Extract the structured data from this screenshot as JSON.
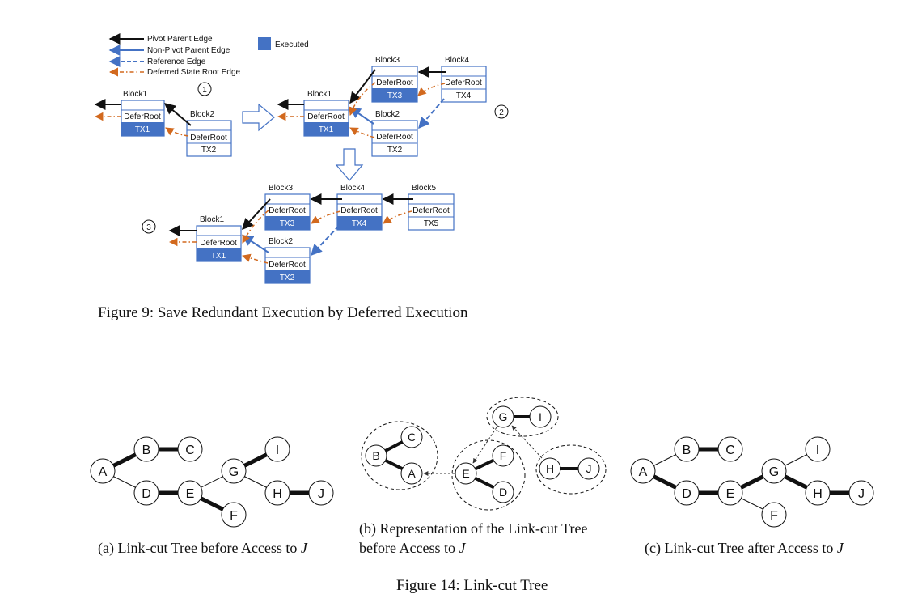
{
  "figure9": {
    "legend": {
      "pivot_parent": "Pivot Parent Edge",
      "non_pivot_parent": "Non-Pivot Parent Edge",
      "reference": "Reference Edge",
      "deferred": "Deferred State Root Edge",
      "executed": "Executed"
    },
    "steps": {
      "s1": "1",
      "s2": "2",
      "s3": "3"
    },
    "deferroot": "DeferRoot",
    "blocks": {
      "block1": "Block1",
      "block2": "Block2",
      "block3": "Block3",
      "block4": "Block4",
      "block5": "Block5"
    },
    "tx": {
      "tx1": "TX1",
      "tx2": "TX2",
      "tx3": "TX3",
      "tx4": "TX4",
      "tx5": "TX5"
    },
    "caption": "Figure 9: Save Redundant Execution by Deferred Execution"
  },
  "figure14": {
    "nodes": {
      "A": "A",
      "B": "B",
      "C": "C",
      "D": "D",
      "E": "E",
      "F": "F",
      "G": "G",
      "H": "H",
      "I": "I",
      "J": "J"
    },
    "subcap_a": "(a) Link-cut Tree before Access to ",
    "subcap_b1": "(b) Representation of the Link-cut Tree",
    "subcap_b2": "before Access to ",
    "subcap_c": "(c) Link-cut Tree after Access to ",
    "access_target": "J",
    "caption": "Figure 14: Link-cut Tree"
  },
  "colors": {
    "pivot": "#111111",
    "non_pivot": "#4472c4",
    "reference": "#4472c4",
    "deferred": "#d2691e",
    "executed_fill": "#4472c4",
    "box_border": "#4472c4"
  }
}
